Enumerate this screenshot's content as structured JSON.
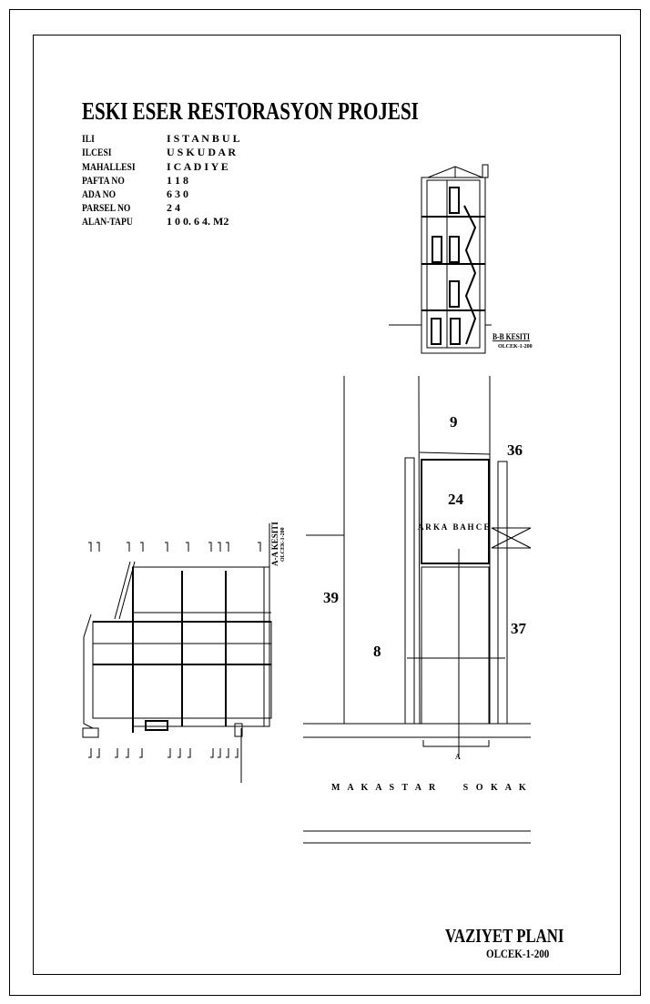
{
  "title": "ESKI ESER RESTORASYON PROJESI",
  "info": [
    {
      "label": "ILI",
      "value": "I S T A N B U L"
    },
    {
      "label": "ILCESI",
      "value": "U S K U D A R"
    },
    {
      "label": "MAHALLESI",
      "value": "I C A D I Y E"
    },
    {
      "label": "PAFTA NO",
      "value": "1 1 8"
    },
    {
      "label": "ADA NO",
      "value": "6 3 0"
    },
    {
      "label": "PARSEL NO",
      "value": "2 4"
    },
    {
      "label": "ALAN-TAPU",
      "value": "1 0 0. 6 4. M2"
    }
  ],
  "section_bb": {
    "label": "B-B KESITI",
    "scale": "OLCEK-1-200"
  },
  "section_aa": {
    "label": "A-A KESITI",
    "scale": "OLCEK-1-200"
  },
  "site_plan": {
    "parcels": {
      "p9": "9",
      "p36": "36",
      "p24": "24",
      "p39": "39",
      "p37": "37",
      "p8": "8"
    },
    "garden": "A R K A   B A H C E",
    "street": "M A K A S T A R     S O K A K",
    "section_marker": "A"
  },
  "footer": {
    "title": "VAZIYET PLANI",
    "scale": "OLCEK-1-200"
  },
  "colors": {
    "line": "#000000",
    "background": "#ffffff"
  }
}
